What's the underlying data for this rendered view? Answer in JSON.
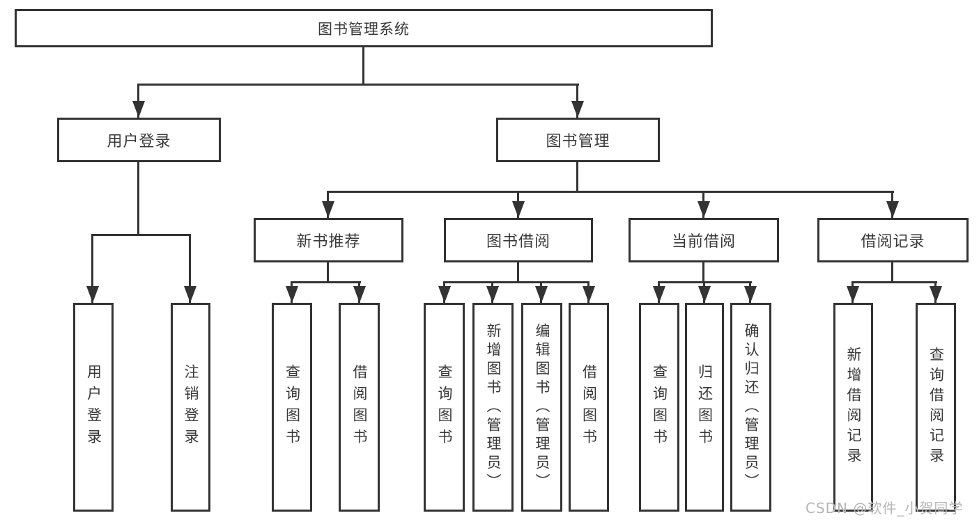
{
  "tree": {
    "label": "图书管理系统",
    "children": [
      {
        "label": "用户登录",
        "children": [
          {
            "label": "用户登录"
          },
          {
            "label": "注销登录"
          }
        ]
      },
      {
        "label": "图书管理",
        "children": [
          {
            "label": "新书推荐",
            "children": [
              {
                "label": "查询图书"
              },
              {
                "label": "借阅图书"
              }
            ]
          },
          {
            "label": "图书借阅",
            "children": [
              {
                "label": "查询图书"
              },
              {
                "label": "新增图书（管理员）"
              },
              {
                "label": "编辑图书（管理员）"
              },
              {
                "label": "借阅图书"
              }
            ]
          },
          {
            "label": "当前借阅",
            "children": [
              {
                "label": "查询图书"
              },
              {
                "label": "归还图书"
              },
              {
                "label": "确认归还（管理员）"
              }
            ]
          },
          {
            "label": "借阅记录",
            "children": [
              {
                "label": "新增借阅记录"
              },
              {
                "label": "查询借阅记录"
              }
            ]
          }
        ]
      }
    ]
  },
  "watermark": "CSDN @软件_小贺同学",
  "colors": {
    "line": "#333333",
    "text": "#383838",
    "watermark": "#b5b5b5",
    "background": "#ffffff"
  }
}
